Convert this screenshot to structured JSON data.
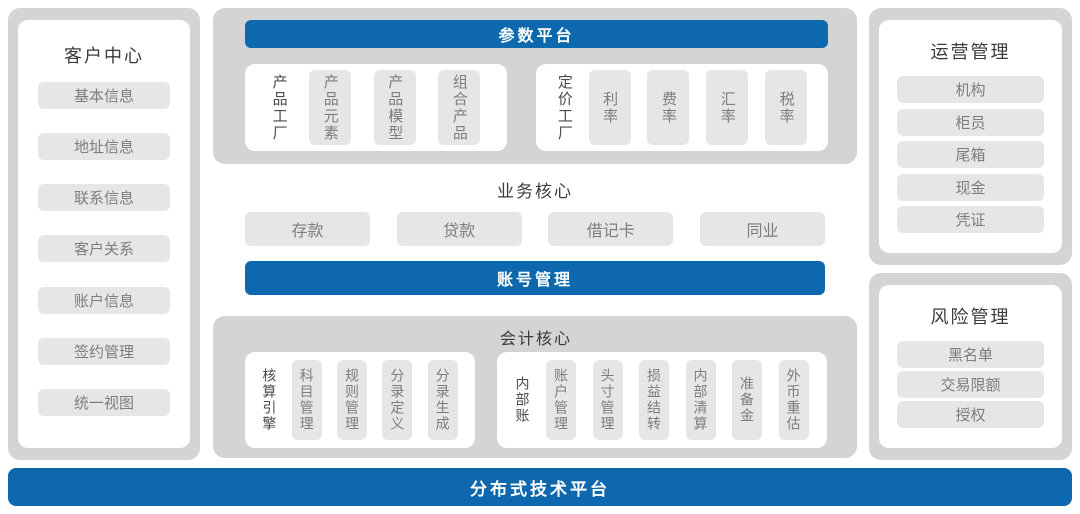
{
  "palette": {
    "accent_blue": "#0e68ad",
    "container_gray": "#d3d4d6",
    "chip_gray": "#e6e6e8",
    "title_text": "#3a3b3d",
    "chip_text": "#7c7d80"
  },
  "left_panel": {
    "title": "客户中心",
    "items": [
      "基本信息",
      "地址信息",
      "联系信息",
      "客户关系",
      "账户信息",
      "签约管理",
      "统一视图"
    ]
  },
  "center": {
    "param_platform": {
      "header": "参数平台",
      "groups": [
        {
          "label": "产品工厂",
          "items": [
            "产品元素",
            "产品模型",
            "组合产品"
          ]
        },
        {
          "label": "定价工厂",
          "items": [
            "利率",
            "费率",
            "汇率",
            "税率"
          ]
        }
      ]
    },
    "business_core": {
      "title": "业务核心",
      "items": [
        "存款",
        "贷款",
        "借记卡",
        "同业"
      ]
    },
    "account_management": {
      "header": "账号管理"
    },
    "accounting_core": {
      "title": "会计核心",
      "groups": [
        {
          "label": "核算引擎",
          "items": [
            "科目管理",
            "规则管理",
            "分录定义",
            "分录生成"
          ]
        },
        {
          "label": "内部账",
          "items": [
            "账户管理",
            "头寸管理",
            "损益结转",
            "内部清算",
            "准备金",
            "外币重估"
          ]
        }
      ]
    }
  },
  "right_ops": {
    "title": "运营管理",
    "items": [
      "机构",
      "柜员",
      "尾箱",
      "现金",
      "凭证"
    ]
  },
  "right_risk": {
    "title": "风险管理",
    "items": [
      "黑名单",
      "交易限额",
      "授权"
    ]
  },
  "bottom_bar": {
    "label": "分布式技术平台"
  }
}
